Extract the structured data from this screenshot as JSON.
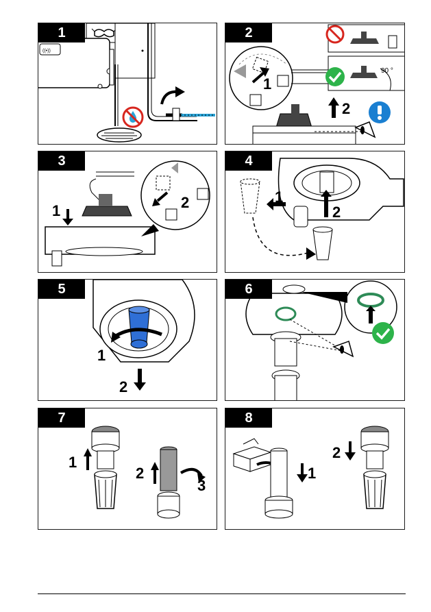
{
  "panels": [
    {
      "step": "1",
      "labels": []
    },
    {
      "step": "2",
      "labels": [
        "1",
        "2",
        "90 °"
      ]
    },
    {
      "step": "3",
      "labels": [
        "1",
        "2"
      ]
    },
    {
      "step": "4",
      "labels": [
        "1",
        "2"
      ]
    },
    {
      "step": "5",
      "labels": [
        "1",
        "2"
      ]
    },
    {
      "step": "6",
      "labels": []
    },
    {
      "step": "7",
      "labels": [
        "1",
        "2",
        "3"
      ]
    },
    {
      "step": "8",
      "labels": [
        "1",
        "2"
      ]
    }
  ],
  "colors": {
    "check": "#2db34a",
    "prohibit": "#d7261e",
    "info": "#1a7fd1",
    "oring": "#2e8b57",
    "cap": "#2f6fd6",
    "water": "#2aa4d8"
  },
  "icons": [
    "safety-glasses-icon",
    "no-water-icon",
    "no-icon",
    "check-icon",
    "info-icon",
    "eye-icon",
    "arrow-icon"
  ]
}
